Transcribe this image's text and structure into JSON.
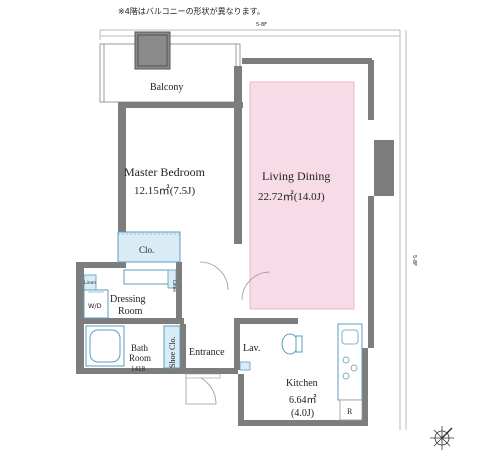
{
  "note": "※4階はバルコニーの形状が異なります。",
  "rooms": {
    "balcony": "Balcony",
    "master_bedroom": "Master Bedroom",
    "master_bedroom_area": "12.15㎡(7.5J)",
    "living_dining": "Living Dining",
    "living_dining_area": "22.72㎡(14.0J)",
    "clo": "Clo.",
    "linen_a": "Linen",
    "linen_b": "Linen",
    "wd": "W/D",
    "dressing": "Dressing",
    "dressing_room": "Room",
    "bath": "Bath",
    "bath_room": "Room",
    "bath_size": "1418",
    "shoe_clo": "Shoe Clo.",
    "entrance": "Entrance",
    "lav": "Lav.",
    "kitchen": "Kitchen",
    "kitchen_area": "6.64㎡",
    "kitchen_j": "(4.0J)",
    "r": "R"
  },
  "dimension_marks": {
    "top": "5-8F",
    "right": "5-8F"
  },
  "colors": {
    "wall": "#7d7d7d",
    "living_fill": "#f7dbe6",
    "living_stroke": "#e8b8c9",
    "closet_fill": "#d9ecf6",
    "fixture_stroke": "#5a9cbd"
  }
}
